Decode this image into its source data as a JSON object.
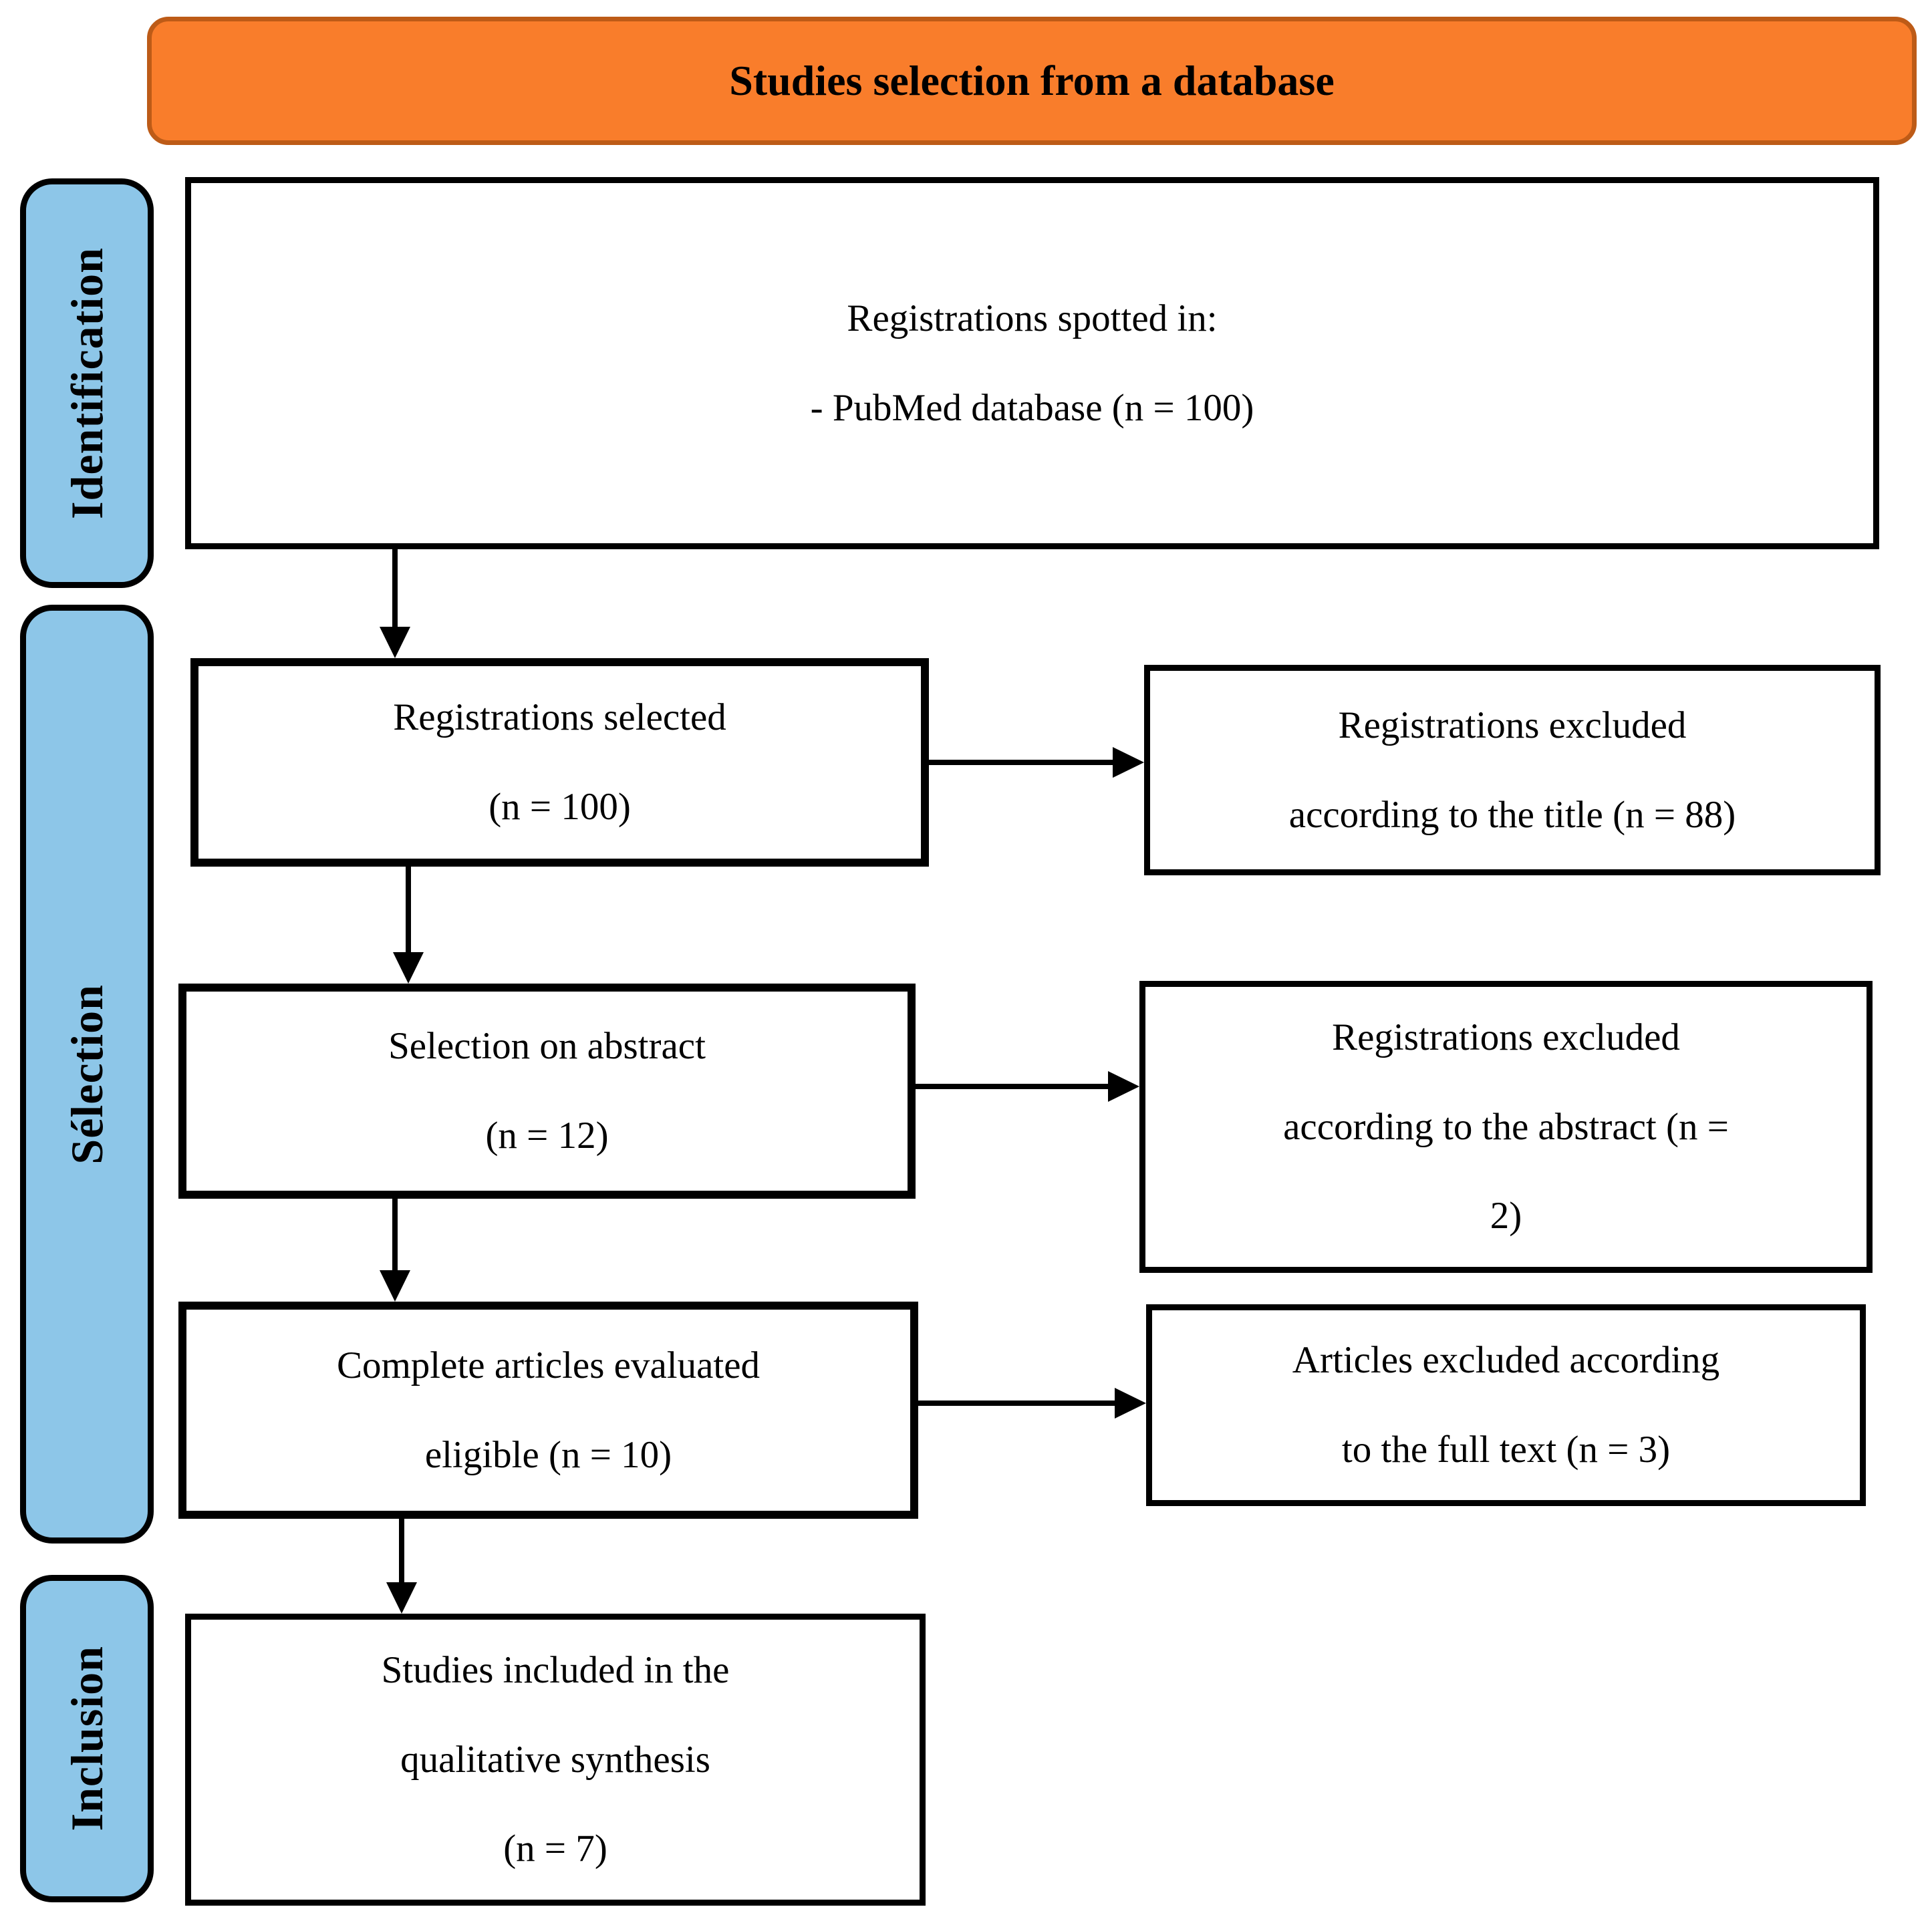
{
  "header": {
    "title": "Studies selection from a database"
  },
  "stages": [
    {
      "id": "identification",
      "label": "Identification"
    },
    {
      "id": "selection",
      "label": "Sélection"
    },
    {
      "id": "inclusion",
      "label": "Inclusion"
    }
  ],
  "flow": {
    "spotted": {
      "lines": [
        "Registrations spotted in:",
        "- PubMed database (n = 100)"
      ]
    },
    "selected": {
      "lines": [
        "Registrations selected",
        "(n = 100)"
      ]
    },
    "excluded_title": {
      "lines": [
        "Registrations excluded",
        "according to the title (n = 88)"
      ]
    },
    "abstract": {
      "lines": [
        "Selection on abstract",
        "(n = 12)"
      ]
    },
    "excluded_abstract": {
      "lines": [
        "Registrations excluded",
        "according to the abstract (n =",
        "2)"
      ]
    },
    "fulltext": {
      "lines": [
        "Complete articles evaluated",
        "eligible (n = 10)"
      ]
    },
    "excluded_fulltext": {
      "lines": [
        "Articles excluded according",
        "to the full text (n = 3)"
      ]
    },
    "included": {
      "lines": [
        "Studies included in the",
        "qualitative synthesis",
        "(n = 7)"
      ]
    }
  },
  "colors": {
    "banner_fill": "#F97D2B",
    "banner_border": "#BD5B17",
    "stage_fill": "#8DC6E8",
    "box_border": "#000000",
    "arrow": "#000000"
  }
}
